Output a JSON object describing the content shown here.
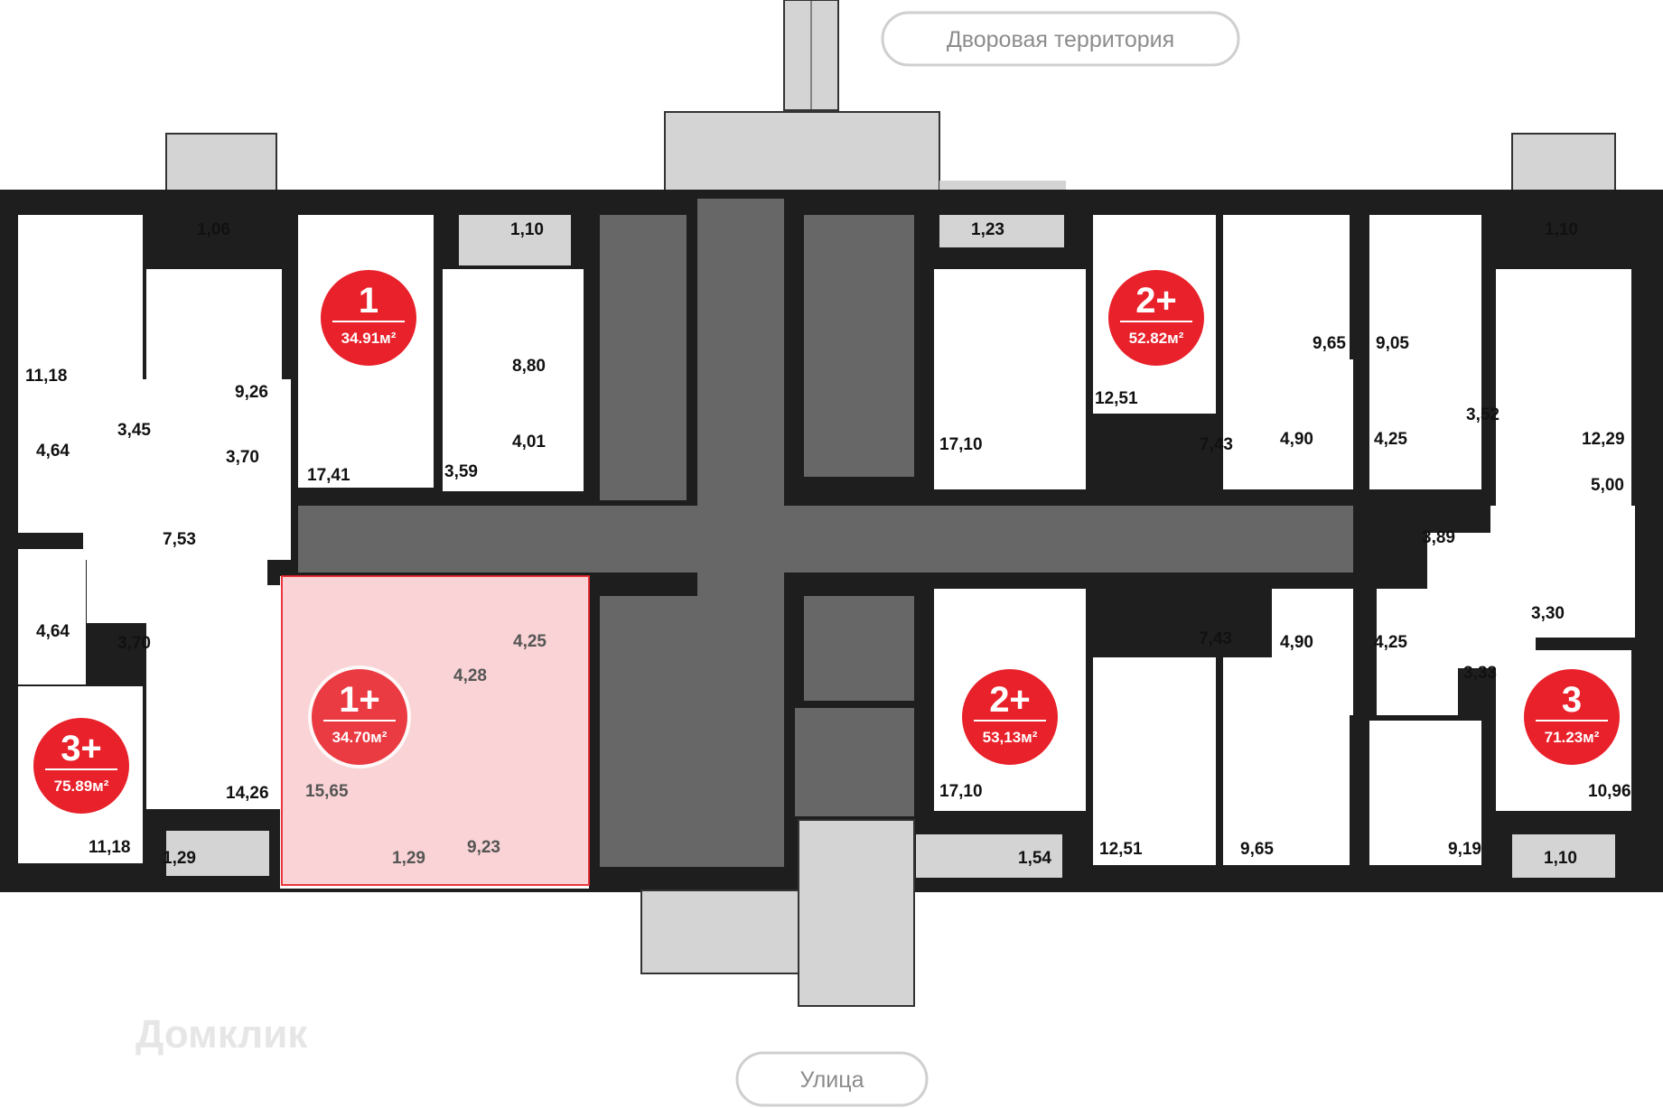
{
  "top_label": "Дворовая территория",
  "bottom_label": "Улица",
  "watermark": "Домклик",
  "colors": {
    "badge": "#e8212a",
    "selected": "#f9cfd1",
    "wall": "#1e1e1e",
    "common": "#676767",
    "balcony": "#d4d4d4"
  },
  "apartments": [
    {
      "type": "1",
      "area": "34.91м²"
    },
    {
      "type": "2+",
      "area": "52.82м²"
    },
    {
      "type": "3+",
      "area": "75.89м²"
    },
    {
      "type": "1+",
      "area": "34.70м²",
      "selected": true
    },
    {
      "type": "2+",
      "area": "53,13м²"
    },
    {
      "type": "3",
      "area": "71.23м²"
    }
  ],
  "rooms": [
    "1,06",
    "1,10",
    "1,23",
    "1,10",
    "11,18",
    "9,26",
    "3,45",
    "4,64",
    "3,70",
    "7,53",
    "4,64",
    "3,70",
    "14,26",
    "11,18",
    "1,29",
    "17,41",
    "3,59",
    "8,80",
    "4,01",
    "15,65",
    "4,28",
    "4,25",
    "1,29",
    "9,23",
    "17,10",
    "12,51",
    "9,65",
    "7,43",
    "4,90",
    "9,05",
    "4,25",
    "3,52",
    "12,29",
    "5,00",
    "3,89",
    "3,30",
    "3,33",
    "17,10",
    "7,43",
    "4,90",
    "4,25",
    "12,51",
    "9,65",
    "1,54",
    "10,96",
    "9,19",
    "1,10"
  ]
}
